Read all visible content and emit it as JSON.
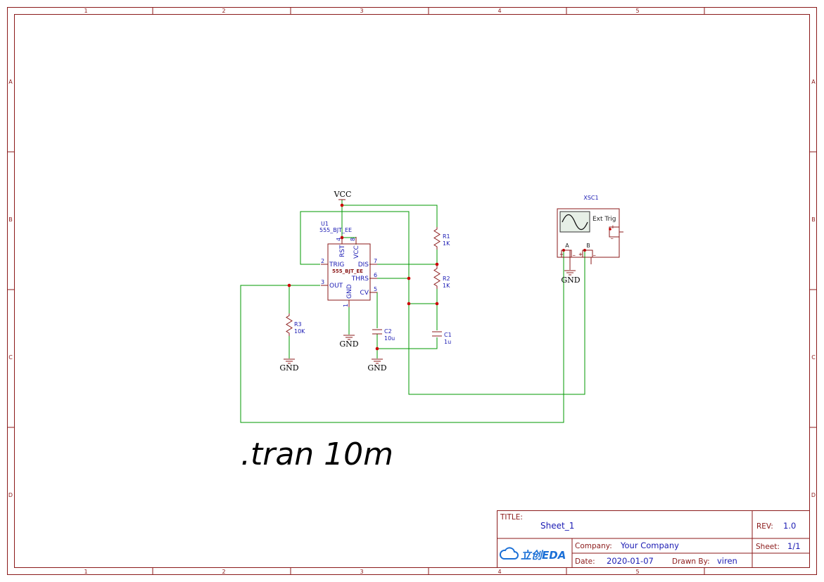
{
  "frame": {
    "col_labels": [
      "1",
      "2",
      "3",
      "4",
      "5"
    ],
    "row_labels": [
      "A",
      "B",
      "C",
      "D"
    ]
  },
  "components": {
    "u1": {
      "ref": "U1",
      "value": "555_BJT_EE",
      "body_label": "555_BJT_EE",
      "pins": {
        "rst": "RST",
        "vcc": "VCC",
        "trig": "TRIG",
        "out": "OUT",
        "gnd": "GND",
        "dis": "DIS",
        "thrs": "THRS",
        "cv": "CV",
        "n4": "4",
        "n8": "8",
        "n2": "2",
        "n3": "3",
        "n1": "1",
        "n7": "7",
        "n6": "6",
        "n5": "5"
      }
    },
    "r1": {
      "ref": "R1",
      "value": "1K"
    },
    "r2": {
      "ref": "R2",
      "value": "1K"
    },
    "r3": {
      "ref": "R3",
      "value": "10K"
    },
    "c1": {
      "ref": "C1",
      "value": "1u"
    },
    "c2": {
      "ref": "C2",
      "value": "10u"
    },
    "xsc1": {
      "ref": "XSC1",
      "ext_trig": "Ext Trig",
      "ch_a": "A",
      "ch_b": "B",
      "plus": "+",
      "minus": "_"
    }
  },
  "power": {
    "vcc": "VCC",
    "gnd": "GND"
  },
  "spice_directive": ".tran 10m",
  "title_block": {
    "title_label": "TITLE:",
    "title": "Sheet_1",
    "rev_label": "REV:",
    "rev": "1.0",
    "company_label": "Company:",
    "company": "Your Company",
    "sheet_label": "Sheet:",
    "sheet": "1/1",
    "date_label": "Date:",
    "date": "2020-01-07",
    "drawn_label": "Drawn By:",
    "drawn_by": "viren",
    "logo_text": "立创EDA"
  },
  "colors": {
    "frame": "#8b1a1a",
    "wire": "#009900",
    "junction": "#cc0000",
    "label": "#1a1ab3"
  }
}
